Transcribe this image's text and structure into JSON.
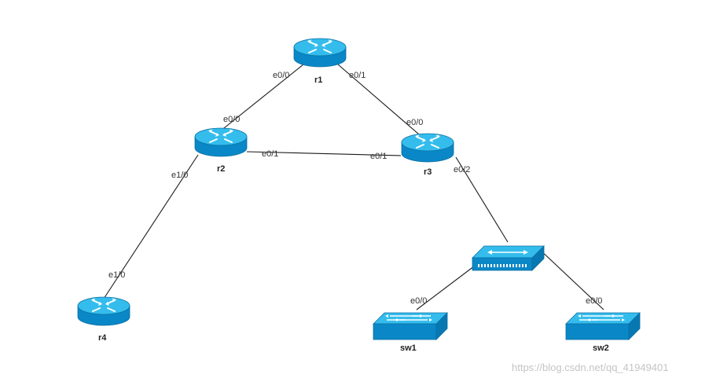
{
  "devices": {
    "r1": {
      "name": "r1",
      "type": "router"
    },
    "r2": {
      "name": "r2",
      "type": "router"
    },
    "r3": {
      "name": "r3",
      "type": "router"
    },
    "r4": {
      "name": "r4",
      "type": "router"
    },
    "hub": {
      "name": "",
      "type": "hub"
    },
    "sw1": {
      "name": "sw1",
      "type": "switch"
    },
    "sw2": {
      "name": "sw2",
      "type": "switch"
    }
  },
  "interfaces": {
    "r1_e00": "e0/0",
    "r1_e01": "e0/1",
    "r2_e00": "e0/0",
    "r2_e01": "e0/1",
    "r2_e10": "e1/0",
    "r3_e00": "e0/0",
    "r3_e01": "e0/1",
    "r3_e02": "e0/2",
    "r4_e10": "e1/0",
    "sw1_e00": "e0/0",
    "sw2_e00": "e0/0"
  },
  "watermark": "https://blog.csdn.net/qq_41949401",
  "colors": {
    "device_top": "#2fb9ea",
    "device_side": "#0a87c6",
    "device_edge": "#0b6fa3",
    "link": "#1a1a1a"
  }
}
